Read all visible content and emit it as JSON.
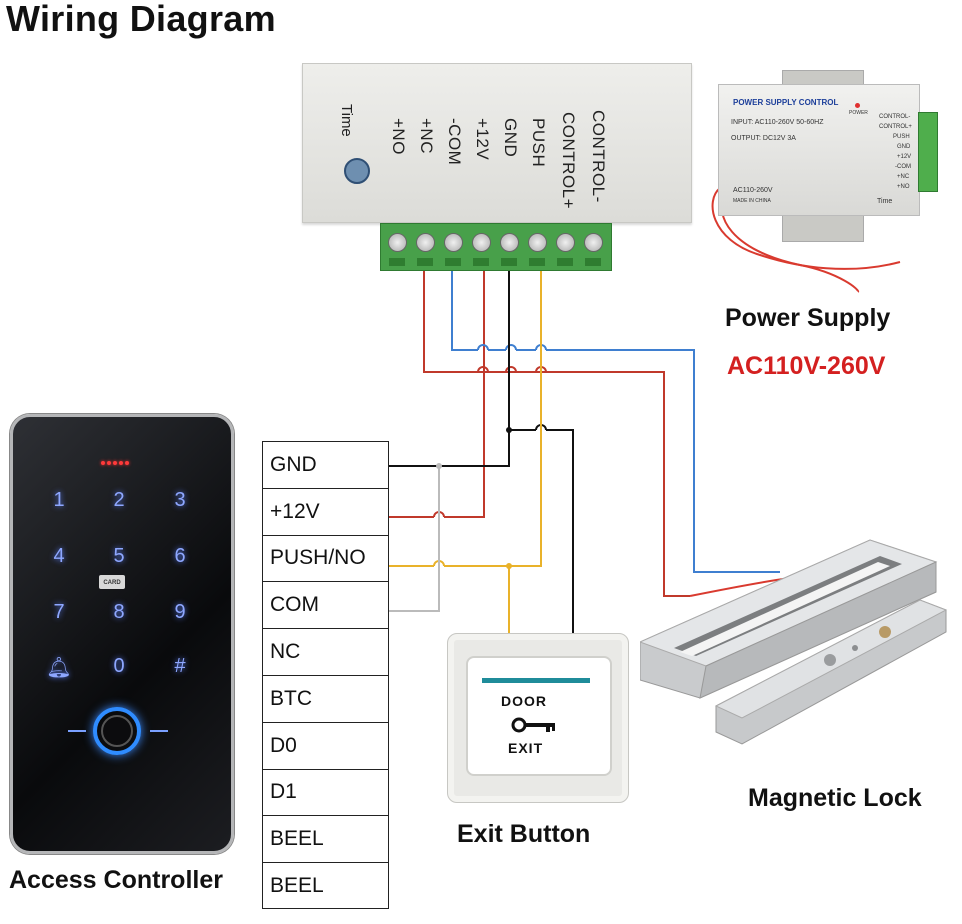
{
  "title": "Wiring Diagram",
  "controller": {
    "terminals": [
      "+NO",
      "+NC",
      "-COM",
      "+12V",
      "GND",
      "PUSH",
      "CONTROL+",
      "CONTROL-"
    ],
    "time_label": "Time"
  },
  "table": {
    "rows": [
      "GND",
      "+12V",
      "PUSH/NO",
      "COM",
      "NC",
      "BTC",
      "D0",
      "D1",
      "BEEL",
      "BEEL"
    ]
  },
  "keypad": {
    "keys": [
      "1",
      "2",
      "3",
      "4",
      "5",
      "6",
      "7",
      "8",
      "9",
      "bell",
      "0",
      "#"
    ],
    "card_text": "CARD"
  },
  "power_supply": {
    "label": "Power Supply",
    "voltage": "AC110V-260V",
    "panel_title": "POWER SUPPLY CONTROL",
    "panel_input": "INPUT: AC110-260V 50-60HZ",
    "panel_output": "OUTPUT: DC12V 3A",
    "panel_power": "POWER",
    "panel_ac": "AC110-260V",
    "panel_made": "MADE IN CHINA",
    "panel_time": "Time",
    "panel_terminals": [
      "CONTROL-",
      "CONTROL+",
      "PUSH",
      "GND",
      "+12V",
      "-COM",
      "+NC",
      "+NO"
    ]
  },
  "labels": {
    "access_controller": "Access Controller",
    "exit_button": "Exit Button",
    "magnetic_lock": "Magnetic Lock"
  },
  "exit_button": {
    "line1": "DOOR",
    "line2": "EXIT"
  },
  "colors": {
    "red_wire": "#c0392b",
    "blue_wire": "#3f7fd0",
    "yellow_wire": "#e9b22a",
    "gray_wire": "#bbbbbb",
    "black_wire": "#111111",
    "voltage_text": "#d42020"
  }
}
